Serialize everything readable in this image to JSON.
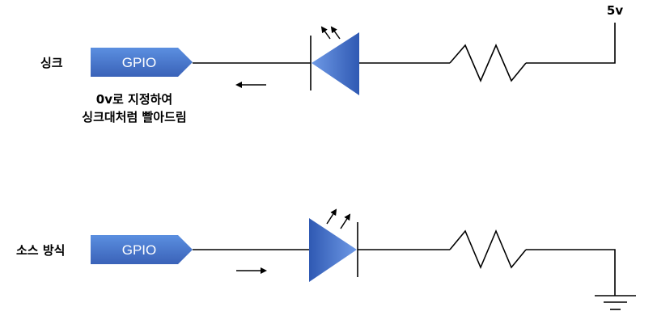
{
  "diagram": {
    "sink": {
      "title": "싱크",
      "gpio_label": "GPIO",
      "note_line1": "0v로 지정하여",
      "note_line2": "싱크대처럼 빨아드림"
    },
    "source": {
      "title": "소스 방식",
      "gpio_label": "GPIO"
    },
    "supply_label": "5v",
    "colors": {
      "gpio_fill": "#4472c4",
      "led_fill": "#4472c4",
      "wire": "#000000"
    }
  }
}
